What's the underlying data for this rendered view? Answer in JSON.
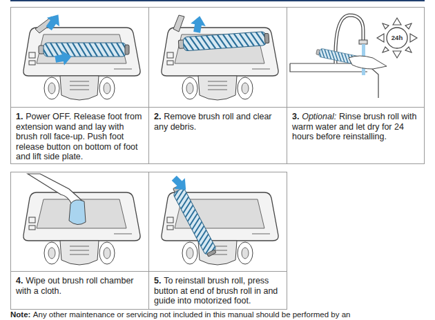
{
  "diagram": {
    "nodes": [
      {
        "text": [
          "1.",
          "Power OFF. Release foot from extension wand and lay with brush roll face-up. Push foot release button on bottom of foot and lift side plate."
        ]
      },
      {
        "text": [
          "2.",
          "Remove brush roll and clear any debris."
        ]
      },
      {
        "text": [
          "3.",
          "Optional:",
          "Rinse brush roll with warm water and let dry for 24 hours before reinstalling."
        ]
      },
      {
        "text": [
          "4.",
          "Wipe out brush roll chamber with a cloth."
        ]
      },
      {
        "text": [
          "5.",
          "To reinstall brush roll, press button at end of brush roll in and guide into motorized foot."
        ]
      }
    ],
    "labels": [
      "24h",
      "Note:",
      "Any other maintenance or servicing not included in this manual should be performed by an"
    ]
  }
}
